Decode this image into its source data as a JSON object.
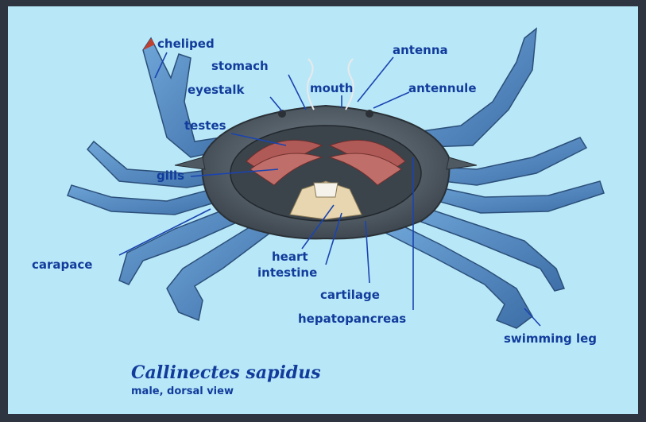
{
  "colors": {
    "frame": "#2e3540",
    "background": "#b8e8f8",
    "label_text": "#123c9c",
    "carapace": "#5b6670",
    "legs": "#5a93cc",
    "claw_tip": "#c04030",
    "gills": "#b05a57",
    "hepatopancreas": "#e8d6b0"
  },
  "diagram": {
    "title": "Callinectes sapidus",
    "subtitle": "male, dorsal view",
    "labels": {
      "cheliped": "cheliped",
      "stomach": "stomach",
      "antenna": "antenna",
      "eyestalk": "eyestalk",
      "mouth": "mouth",
      "antennule": "antennule",
      "testes": "testes",
      "gills": "gills",
      "carapace": "carapace",
      "heart": "heart",
      "intestine": "intestine",
      "cartilage": "cartilage",
      "hepatopancreas": "hepatopancreas",
      "swimming_leg": "swimming leg"
    }
  }
}
